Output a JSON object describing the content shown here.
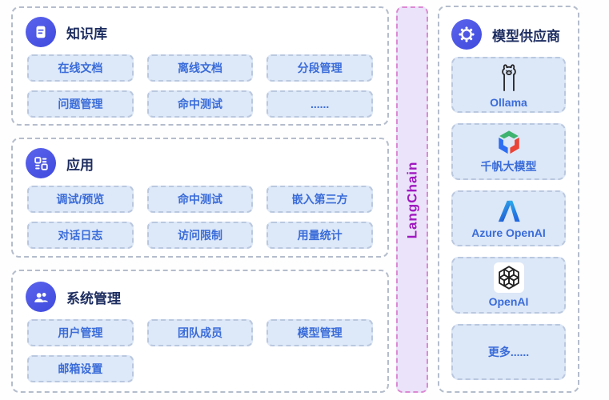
{
  "colors": {
    "accent_blue": "#4754e4",
    "title_navy": "#1d2d60",
    "panel_border": "#b4bdcc",
    "button_bg": "#dde8f8",
    "button_border": "#bac8df",
    "button_text": "#3a6cd9",
    "langchain_bg": "#eae3fa",
    "langchain_border": "#dc8ad2",
    "langchain_text": "#a018c0",
    "qianfan_green": "#3eb370",
    "qianfan_blue": "#2d6ef2",
    "qianfan_red": "#e94437",
    "azure_blue_light": "#35c1f1",
    "azure_blue_dark": "#1c4fd0"
  },
  "sections": [
    {
      "title": "知识库",
      "icon": "document-icon",
      "buttons": [
        "在线文档",
        "离线文档",
        "分段管理",
        "问题管理",
        "命中测试",
        "......"
      ]
    },
    {
      "title": "应用",
      "icon": "apps-grid-icon",
      "buttons": [
        "调试/预览",
        "命中测试",
        "嵌入第三方",
        "对话日志",
        "访问限制",
        "用量统计"
      ]
    },
    {
      "title": "系统管理",
      "icon": "users-icon",
      "buttons": [
        "用户管理",
        "团队成员",
        "模型管理",
        "邮箱设置"
      ]
    }
  ],
  "middle_bar": {
    "label": "LangChain"
  },
  "providers_panel": {
    "title": "模型供应商",
    "icon": "gear-icon",
    "providers": [
      {
        "name": "Ollama",
        "icon": "ollama-llama-icon"
      },
      {
        "name": "千帆大模型",
        "icon": "qianfan-hexagon-icon"
      },
      {
        "name": "Azure OpenAI",
        "icon": "azure-a-icon"
      },
      {
        "name": "OpenAI",
        "icon": "openai-flower-icon"
      },
      {
        "name": "更多......",
        "icon": "none"
      }
    ]
  }
}
